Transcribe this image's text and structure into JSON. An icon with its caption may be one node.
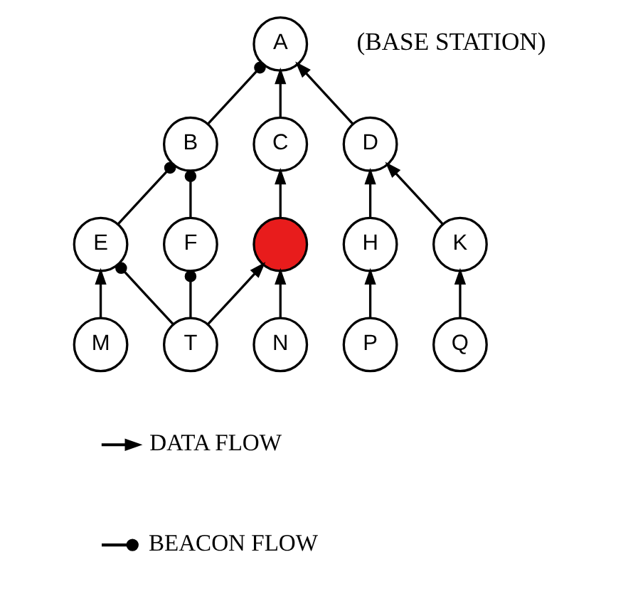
{
  "diagram": {
    "nodes": [
      {
        "text": [
          "A"
        ],
        "beside": [
          "(BASE STATION)"
        ]
      },
      {
        "text": [
          "B"
        ]
      },
      {
        "text": [
          "C"
        ]
      },
      {
        "text": [
          "D"
        ]
      },
      {
        "text": [
          "E"
        ]
      },
      {
        "text": [
          "F"
        ]
      },
      {
        "text": [],
        "shape": "circle"
      },
      {
        "text": [
          "H"
        ]
      },
      {
        "text": [
          "K"
        ]
      },
      {
        "text": [
          "M"
        ]
      },
      {
        "text": [
          "T"
        ]
      },
      {
        "text": [
          "N"
        ]
      },
      {
        "text": [
          "P"
        ]
      },
      {
        "text": [
          "Q"
        ]
      }
    ],
    "edges": [
      {
        "from": 1,
        "to": 0,
        "arrow": "other"
      },
      {
        "from": 2,
        "to": 0,
        "arrow": "to"
      },
      {
        "from": 3,
        "to": 0,
        "arrow": "to"
      },
      {
        "from": 4,
        "to": 1,
        "arrow": "other"
      },
      {
        "from": 5,
        "to": 1,
        "arrow": "other"
      },
      {
        "from": 6,
        "to": 2,
        "arrow": "to"
      },
      {
        "from": 7,
        "to": 3,
        "arrow": "to"
      },
      {
        "from": 8,
        "to": 3,
        "arrow": "to"
      },
      {
        "from": 9,
        "to": 4,
        "arrow": "to"
      },
      {
        "from": 10,
        "to": 4,
        "arrow": "other"
      },
      {
        "from": 10,
        "to": 5,
        "arrow": "other"
      },
      {
        "from": 10,
        "to": 6,
        "arrow": "to"
      },
      {
        "from": 11,
        "to": 6,
        "arrow": "to"
      },
      {
        "from": 12,
        "to": 7,
        "arrow": "to"
      },
      {
        "from": 13,
        "to": 8,
        "arrow": "to"
      }
    ],
    "legend": [
      {
        "text": "DATA FLOW"
      },
      {
        "text": "BEACON FLOW"
      }
    ]
  }
}
